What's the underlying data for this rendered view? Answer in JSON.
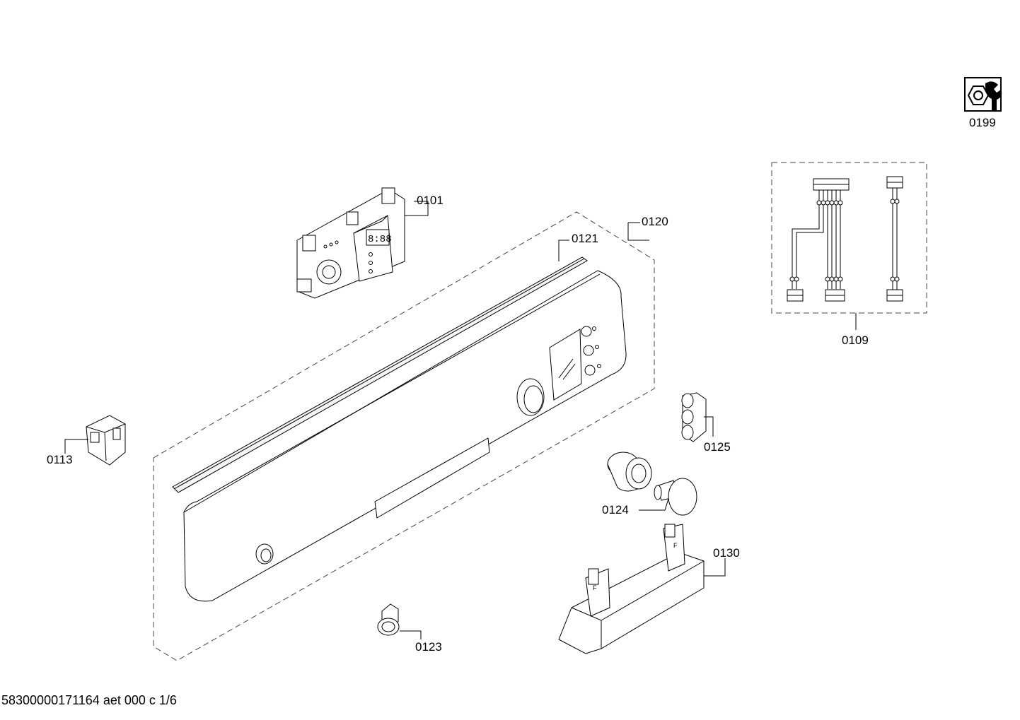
{
  "parts": [
    {
      "id": "0101",
      "label": "0101"
    },
    {
      "id": "0109",
      "label": "0109"
    },
    {
      "id": "0113",
      "label": "0113"
    },
    {
      "id": "0120",
      "label": "0120"
    },
    {
      "id": "0121",
      "label": "0121"
    },
    {
      "id": "0123",
      "label": "0123"
    },
    {
      "id": "0124",
      "label": "0124"
    },
    {
      "id": "0125",
      "label": "0125"
    },
    {
      "id": "0130",
      "label": "0130"
    },
    {
      "id": "0199",
      "label": "0199"
    }
  ],
  "display_digits": "8:88",
  "footer": "58300000171164 aet 000 c 1/6"
}
